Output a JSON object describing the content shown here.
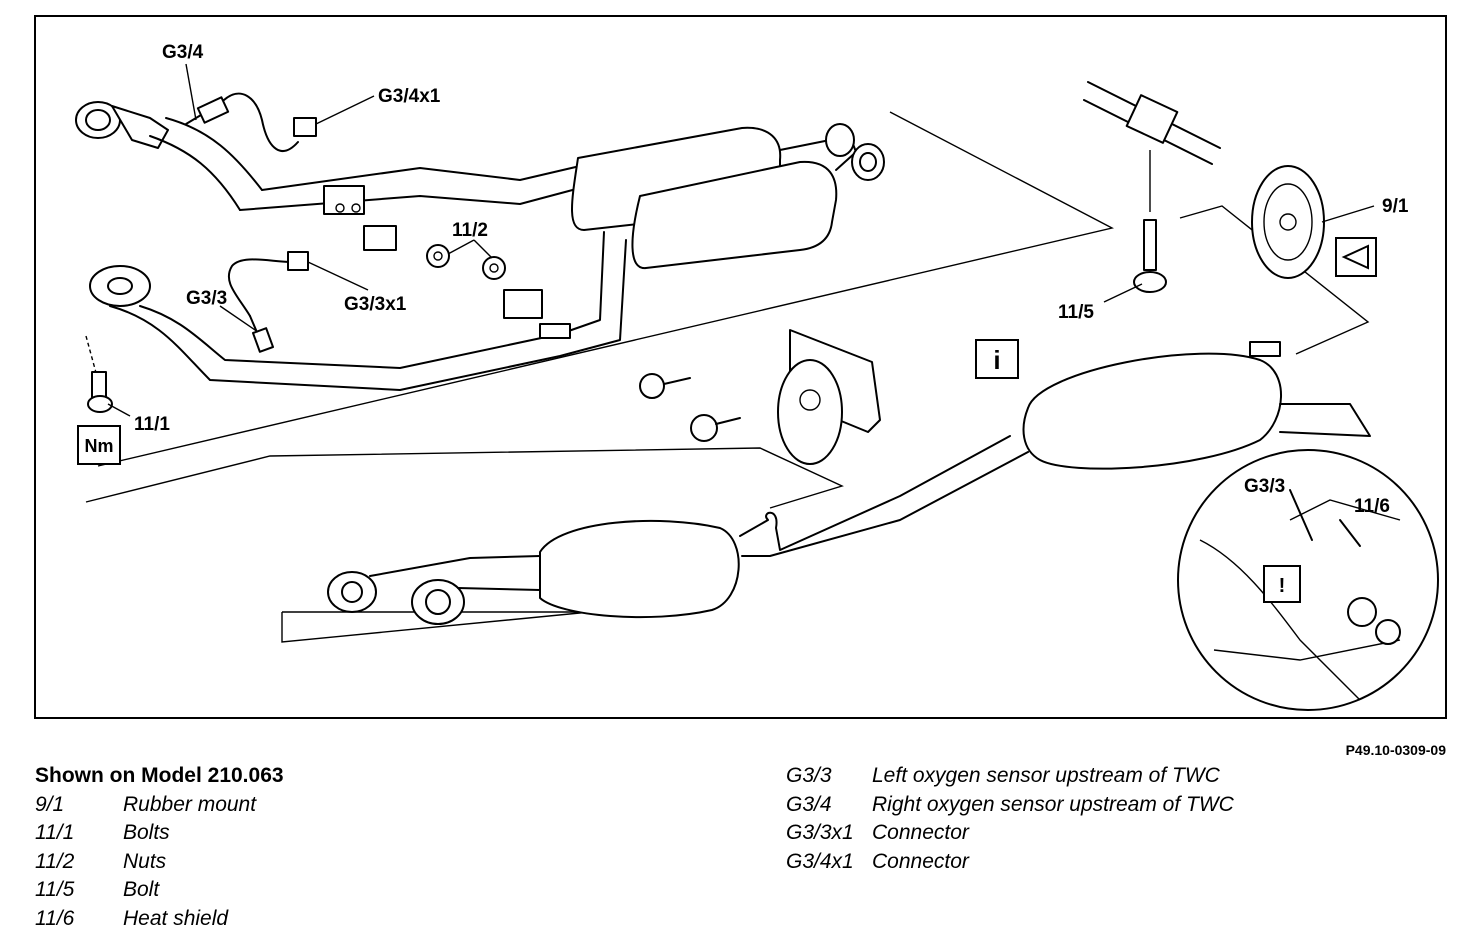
{
  "figure": {
    "reference": "P49.10-0309-09",
    "callouts": {
      "g34": "G3/4",
      "g34x1": "G3/4x1",
      "g33": "G3/3",
      "g33x1": "G3/3x1",
      "n112": "11/2",
      "n111": "11/1",
      "n115": "11/5",
      "n91": "9/1",
      "n116": "11/6",
      "inset_g33": "G3/3"
    },
    "symbols": {
      "torque": "Nm",
      "info": "i",
      "warning": "!"
    }
  },
  "legend": {
    "title": "Shown on Model 210.063",
    "left_items": [
      {
        "code": "9/1",
        "label": "Rubber mount"
      },
      {
        "code": "11/1",
        "label": "Bolts"
      },
      {
        "code": "11/2",
        "label": "Nuts"
      },
      {
        "code": "11/5",
        "label": "Bolt"
      },
      {
        "code": "11/6",
        "label": "Heat shield"
      }
    ],
    "right_items": [
      {
        "code": "G3/3",
        "label": "Left oxygen sensor upstream of TWC"
      },
      {
        "code": "G3/4",
        "label": "Right oxygen sensor upstream of TWC"
      },
      {
        "code": "G3/3x1",
        "label": "Connector"
      },
      {
        "code": "G3/4x1",
        "label": "Connector"
      }
    ]
  }
}
